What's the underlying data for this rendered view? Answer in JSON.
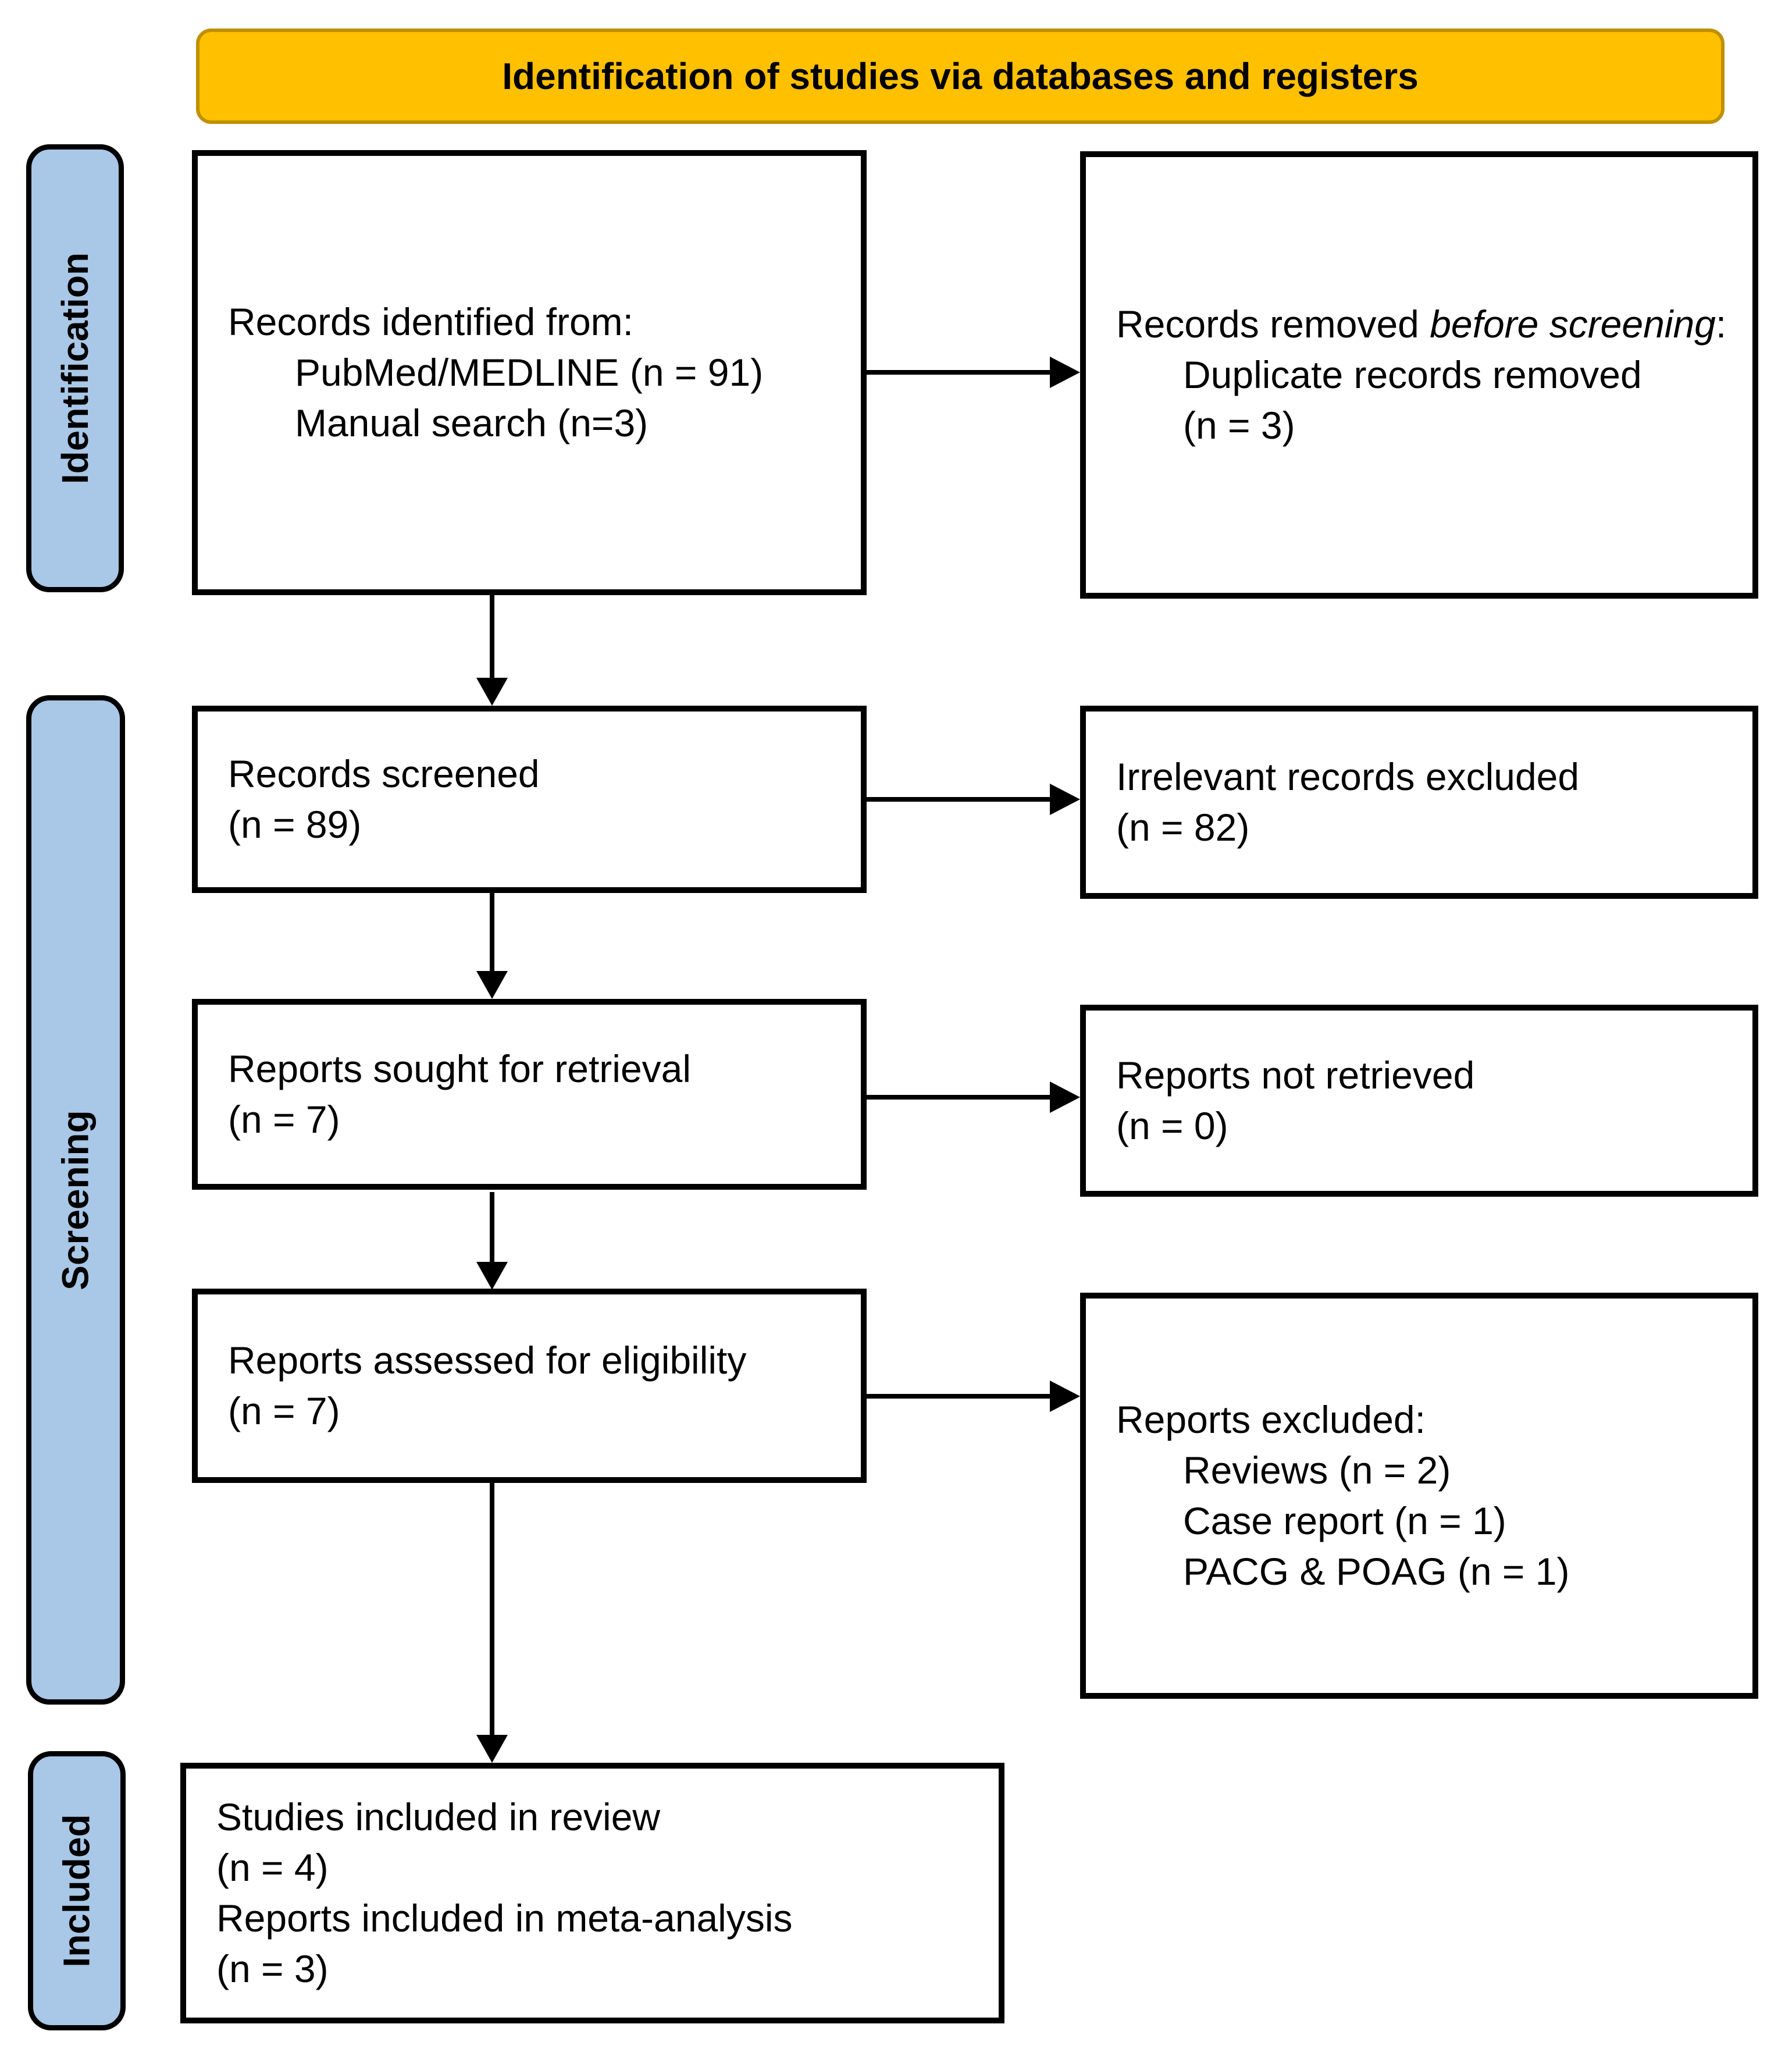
{
  "banner": {
    "title": "Identification of studies via databases and registers"
  },
  "stages": {
    "identification": "Identification",
    "screening": "Screening",
    "included": "Included"
  },
  "boxes": {
    "records_identified": {
      "lines": [
        "Records identified from:",
        "PubMed/MEDLINE (n = 91)",
        "Manual search (n=3)"
      ]
    },
    "records_removed": {
      "prefix": "Records removed ",
      "italic": "before screening",
      "suffix": ":",
      "lines": [
        "Duplicate records removed",
        "(n = 3)"
      ]
    },
    "records_screened": {
      "lines": [
        "Records screened",
        "(n = 89)"
      ]
    },
    "irrelevant_excluded": {
      "lines": [
        "Irrelevant records excluded",
        "(n = 82)"
      ]
    },
    "reports_sought": {
      "lines": [
        "Reports sought for retrieval",
        "(n = 7)"
      ]
    },
    "reports_not_retrieved": {
      "lines": [
        "Reports not retrieved",
        "(n = 0)"
      ]
    },
    "reports_assessed": {
      "lines": [
        "Reports assessed for eligibility",
        "(n = 7)"
      ]
    },
    "reports_excluded": {
      "lines": [
        "Reports excluded:",
        "Reviews (n = 2)",
        "Case report (n = 1)",
        "PACG & POAG (n = 1)"
      ]
    },
    "studies_included": {
      "lines": [
        "Studies included in review",
        "(n = 4)",
        "Reports included in meta-analysis",
        "(n = 3)"
      ]
    }
  },
  "colors": {
    "banner_fill": "#FFC000",
    "banner_border": "#BF9000",
    "stage_fill": "#A9C7E6",
    "box_border": "#000000",
    "arrow": "#000000",
    "background": "#FFFFFF"
  }
}
